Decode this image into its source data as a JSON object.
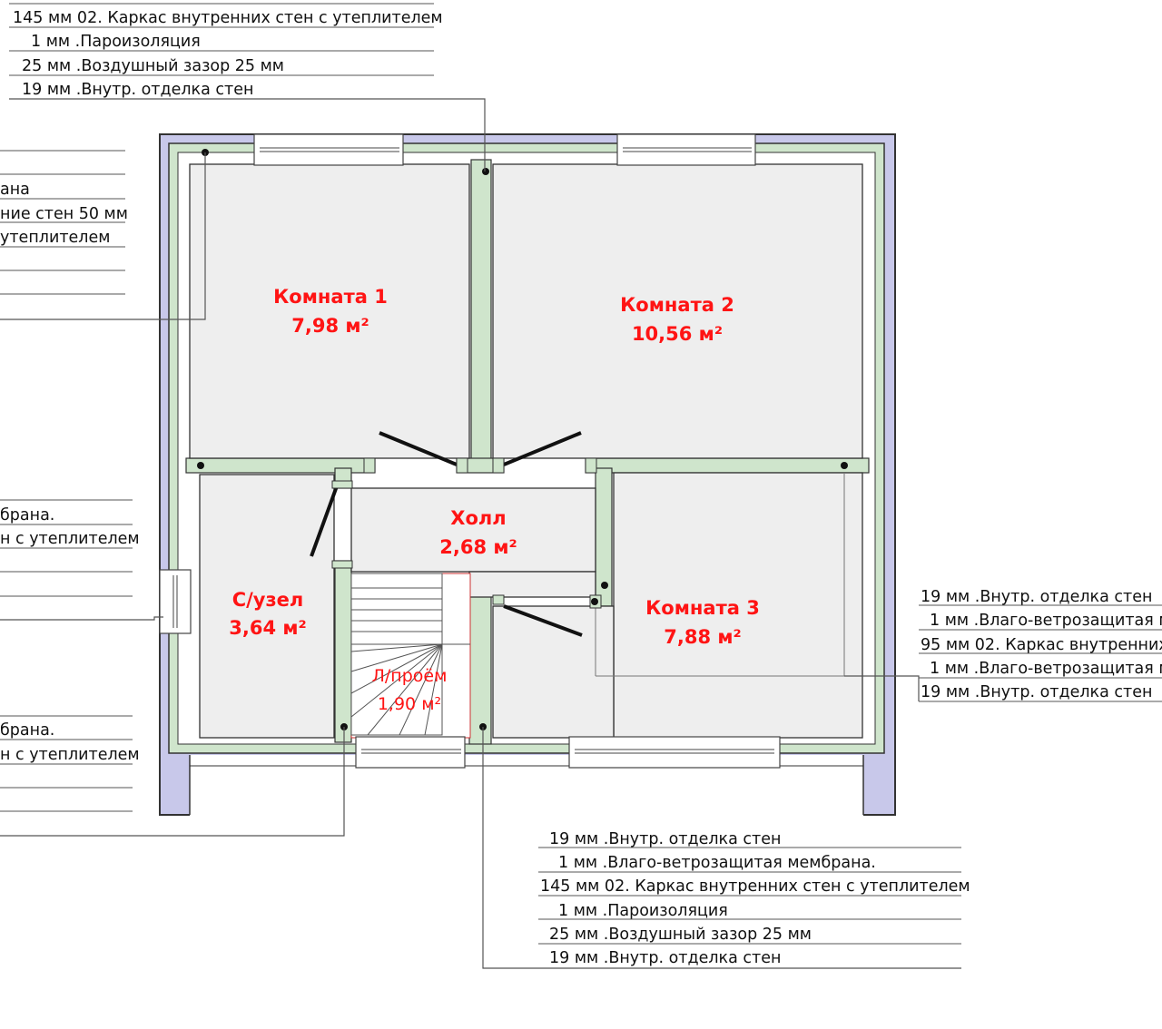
{
  "rooms": {
    "room1": {
      "name": "Комната 1",
      "area": "7,98 м²"
    },
    "room2": {
      "name": "Комната 2",
      "area": "10,56 м²"
    },
    "room3": {
      "name": "Комната 3",
      "area": "7,88 м²"
    },
    "hall": {
      "name": "Холл",
      "area": "2,68 м²"
    },
    "bath": {
      "name": "С/узел",
      "area": "3,64 м²"
    },
    "stair": {
      "name": "Л/проём",
      "area": "1,90 м²"
    }
  },
  "legends": {
    "top": [
      "145 мм  02. Каркас внутренних стен с утеплителем",
      "1 мм  .Пароизоляция",
      "25 мм  .Воздушный зазор 25 мм",
      "19 мм  .Внутр. отделка стен"
    ],
    "left_upper": [
      "",
      "",
      "ана",
      "ние стен 50 мм",
      "утеплителем",
      "",
      "",
      ""
    ],
    "left_middle": [
      "брана.",
      "н с утеплителем",
      "",
      "",
      ""
    ],
    "left_lower": [
      "брана.",
      "н с утеплителем",
      "",
      "",
      ""
    ],
    "right": [
      "19 мм  .Внутр. отделка стен",
      "1 мм  .Влаго-ветрозащитая м",
      "95 мм  02. Каркас внутренних",
      "1 мм  .Влаго-ветрозащитая м",
      "19 мм  .Внутр. отделка стен"
    ],
    "bottom": [
      "19 мм  .Внутр. отделка стен",
      "1 мм  .Влаго-ветрозащитая мембрана.",
      "145 мм  02. Каркас внутренних стен с утеплителем",
      "1 мм  .Пароизоляция",
      "25 мм  .Воздушный зазор 25 мм",
      "19 мм  .Внутр. отделка стен"
    ]
  },
  "colors": {
    "outer_wall": "#c8c8ea",
    "insulation": "#cfe5cc",
    "room_fill": "#eeeeee",
    "label_red": "#ff1414"
  }
}
